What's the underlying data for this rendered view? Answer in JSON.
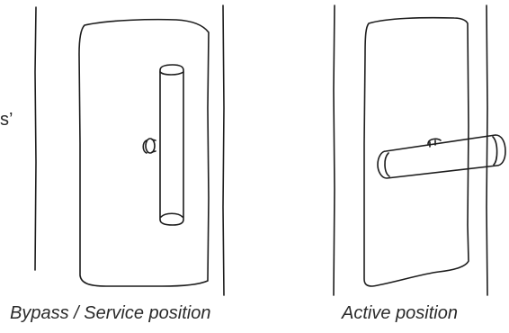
{
  "fragment_text": "s’",
  "panels": [
    {
      "caption": "Bypass / Service position",
      "handle": "vertical"
    },
    {
      "caption": "Active position",
      "handle": "horizontal"
    }
  ],
  "colors": {
    "line": "#1c1c1c",
    "background": "#ffffff",
    "text": "#2a2a2a"
  }
}
